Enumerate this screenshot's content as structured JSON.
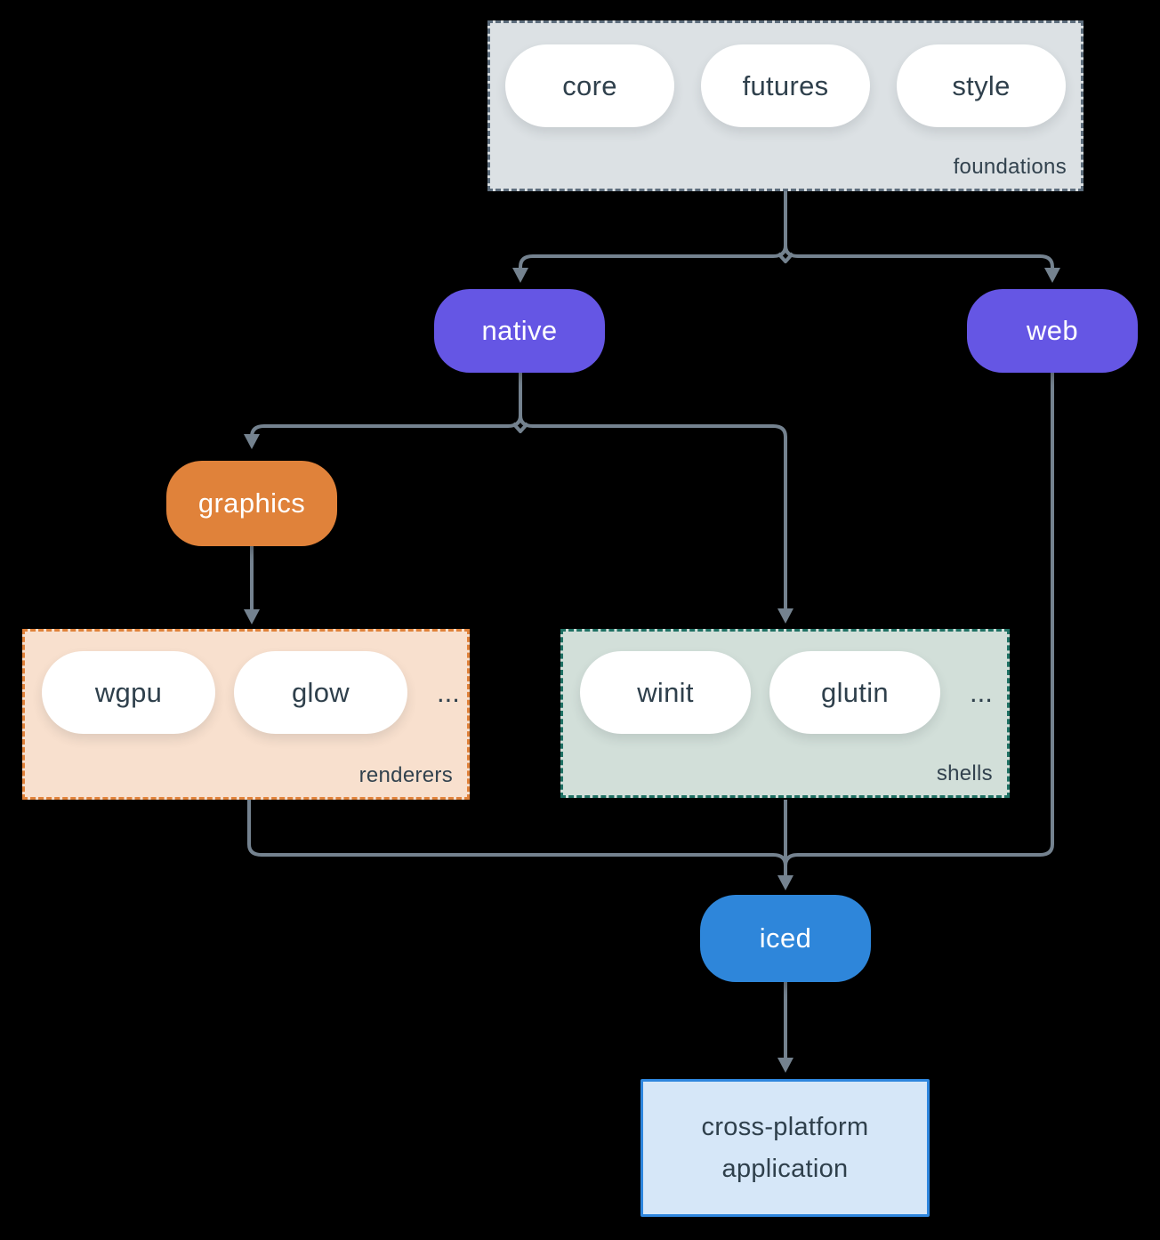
{
  "nodes": {
    "foundations": {
      "label": "foundations",
      "pills": [
        "core",
        "futures",
        "style"
      ]
    },
    "native": {
      "label": "native"
    },
    "web": {
      "label": "web"
    },
    "graphics": {
      "label": "graphics"
    },
    "renderers": {
      "label": "renderers",
      "pills": [
        "wgpu",
        "glow"
      ],
      "more": "..."
    },
    "shells": {
      "label": "shells",
      "pills": [
        "winit",
        "glutin"
      ],
      "more": "..."
    },
    "iced": {
      "label": "iced"
    },
    "app": {
      "label": "cross-platform application"
    }
  },
  "colors": {
    "background": "#000000",
    "connector": "#74828f",
    "foundations_fill": "#dce1e4",
    "foundations_border": "#5d6d7c",
    "node_purple": "#6556e4",
    "node_orange": "#e0823a",
    "renderers_fill": "#f8e0ce",
    "renderers_border": "#e0823a",
    "shells_fill": "#d2dfd9",
    "shells_border": "#1f7164",
    "node_blue": "#2e86da",
    "app_fill": "#d6e7f8",
    "app_border": "#2e86de",
    "text_dark": "#2f404c",
    "text_light": "#ffffff"
  }
}
